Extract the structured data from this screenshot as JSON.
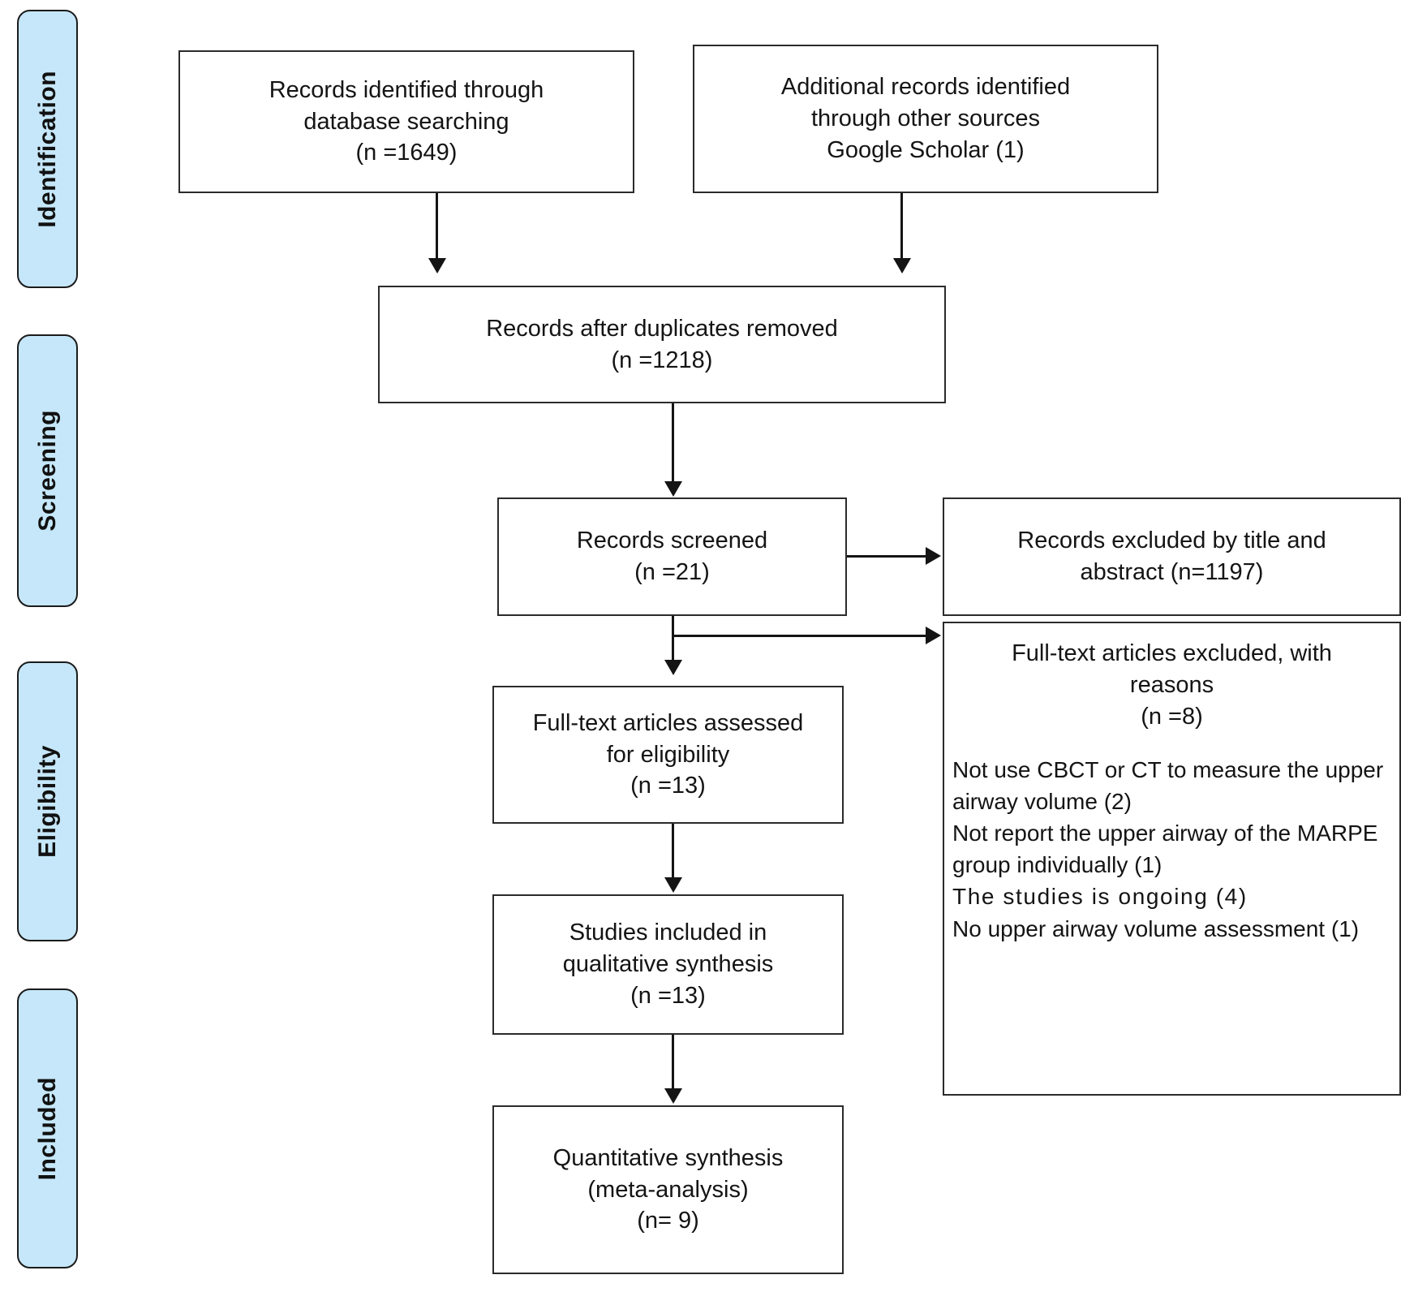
{
  "diagram": {
    "type": "prisma-flow-diagram",
    "accent_color": "#c5e7f9",
    "border_color": "#2b2b2b",
    "stages": [
      {
        "id": "identification",
        "label": "Identification"
      },
      {
        "id": "screening",
        "label": "Screening"
      },
      {
        "id": "eligibility",
        "label": "Eligibility"
      },
      {
        "id": "included",
        "label": "Included"
      }
    ],
    "nodes": {
      "db_search": {
        "lines": [
          "Records identified through",
          "database searching",
          "(n =1649)"
        ]
      },
      "other_sources": {
        "lines": [
          "Additional records identified",
          "through other sources",
          "Google Scholar (1)"
        ]
      },
      "after_duplicates": {
        "lines": [
          "Records after duplicates removed",
          "(n =1218)"
        ]
      },
      "screened": {
        "lines": [
          "Records screened",
          "(n =21)"
        ]
      },
      "excluded_title_abstract": {
        "lines": [
          "Records  excluded by title and",
          "abstract (n=1197)"
        ]
      },
      "fulltext_assessed": {
        "lines": [
          "Full-text articles assessed",
          "for eligibility",
          "(n =13)"
        ]
      },
      "fulltext_excluded": {
        "lines": [
          "Full-text articles excluded, with",
          "reasons",
          "(n =8)"
        ],
        "reasons": [
          "Not use CBCT or CT to measure the upper airway volume (2)",
          "Not report the upper airway of the MARPE group individually (1)",
          "The studies is ongoing (4)",
          "No upper airway volume assessment  (1)"
        ]
      },
      "qualitative": {
        "lines": [
          "Studies included in",
          "qualitative synthesis",
          "(n =13)"
        ]
      },
      "quantitative": {
        "lines": [
          "Quantitative synthesis",
          "(meta-analysis)",
          "(n= 9)"
        ]
      }
    }
  }
}
